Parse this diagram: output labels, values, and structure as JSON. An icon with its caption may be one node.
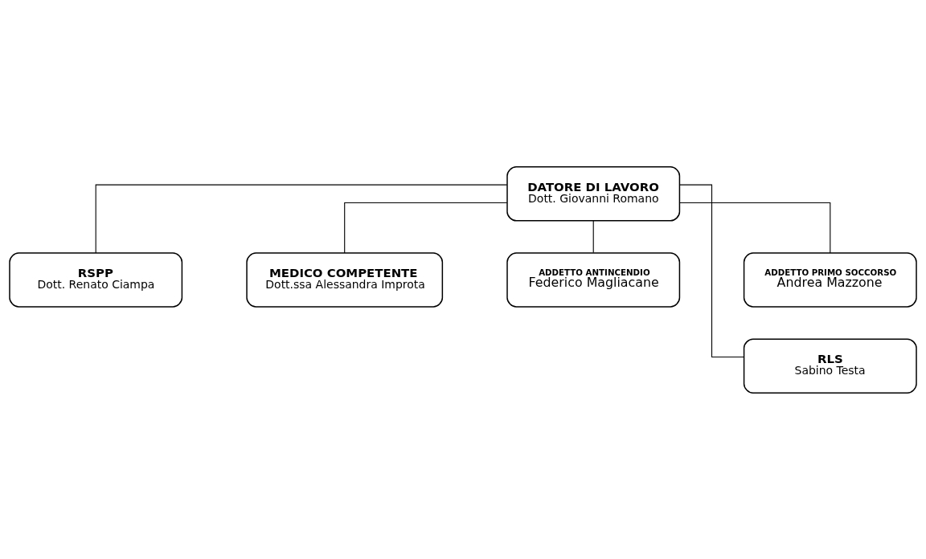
{
  "diagram": {
    "nodes": [
      {
        "text": [
          "DATORE DI LAVORO",
          "Dott. Giovanni Romano"
        ]
      },
      {
        "text": [
          "RSPP",
          "Dott. Renato Ciampa"
        ]
      },
      {
        "text": [
          "MEDICO COMPETENTE",
          "Dott.ssa Alessandra Improta"
        ]
      },
      {
        "text": [
          "ADDETTO ANTINCENDIO",
          "Federico Magliacane"
        ]
      },
      {
        "text": [
          "ADDETTO PRIMO SOCCORSO",
          "Andrea Mazzone"
        ]
      },
      {
        "text": [
          "RLS",
          "Sabino Testa"
        ]
      }
    ],
    "edges": [
      {
        "from": 0,
        "to": 1,
        "arrow": "none"
      },
      {
        "from": 0,
        "to": 2,
        "arrow": "none"
      },
      {
        "from": 0,
        "to": 3,
        "arrow": "none"
      },
      {
        "from": 0,
        "to": 4,
        "arrow": "none"
      },
      {
        "from": 0,
        "to": 5,
        "arrow": "none"
      }
    ]
  }
}
